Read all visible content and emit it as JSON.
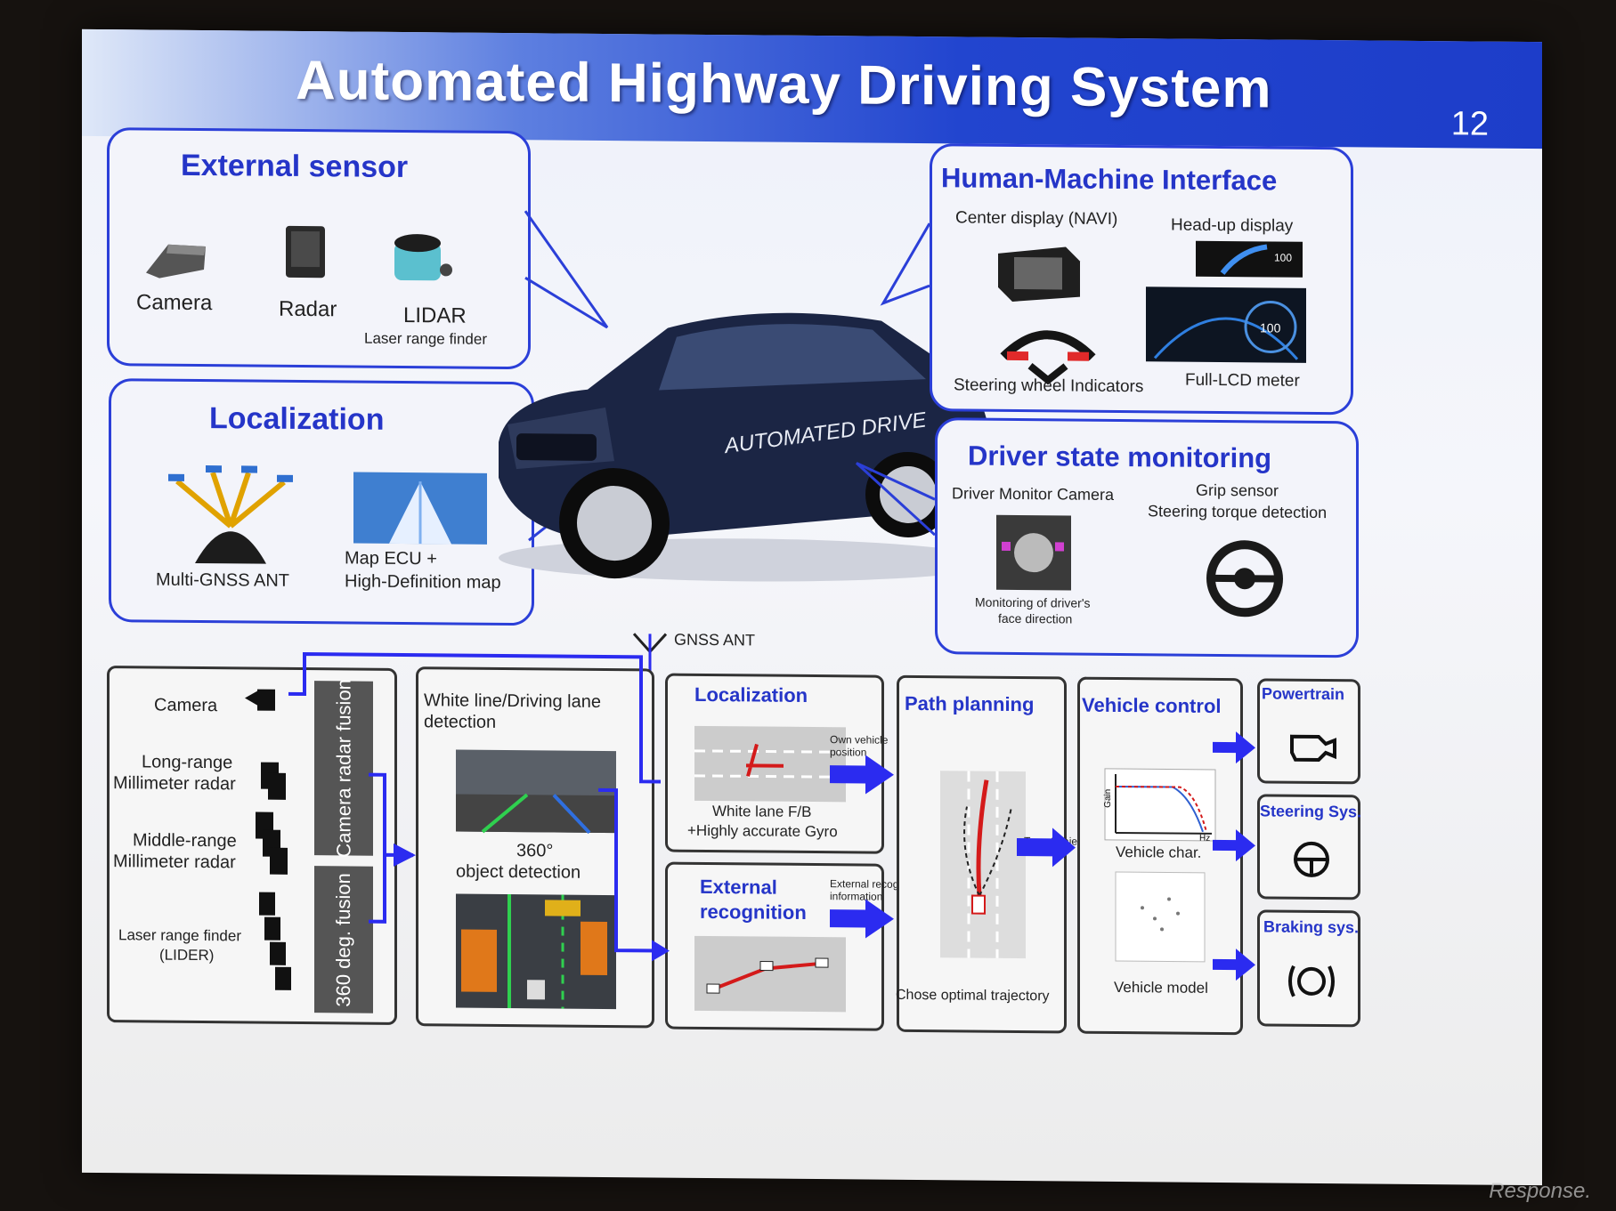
{
  "title": "Automated Highway Driving System",
  "page_number": "12",
  "external_sensor": {
    "title": "External sensor",
    "camera": "Camera",
    "radar": "Radar",
    "lidar": "LIDAR",
    "lidar_sub": "Laser  range finder"
  },
  "hmi": {
    "title": "Human-Machine Interface",
    "center_display": "Center display (NAVI)",
    "hud": "Head-up display",
    "steering_indicators": "Steering wheel Indicators",
    "lcd_meter": "Full-LCD meter",
    "hud_value": "100",
    "meter_value": "100"
  },
  "car": {
    "door_text": "AUTOMATED DRIVE"
  },
  "localization_panel": {
    "title": "Localization",
    "gnss": "Multi-GNSS ANT",
    "map_line1": "Map ECU +",
    "map_line2": "High-Definition map"
  },
  "driver_state": {
    "title": "Driver state monitoring",
    "camera": "Driver  Monitor Camera",
    "grip": "Grip sensor",
    "torque": "Steering torque detection",
    "monitor_line1": "Monitoring of driver's",
    "monitor_line2": "face direction"
  },
  "flow": {
    "gnss_ant": "GNSS ANT",
    "sensors": {
      "camera": "Camera",
      "long_range1": "Long-range",
      "long_range2": "Millimeter radar",
      "middle_range1": "Middle-range",
      "middle_range2": "Millimeter radar",
      "laser1": "Laser  range finder",
      "laser2": "(LIDER)",
      "fusion1": "Camera radar fusion",
      "fusion2": "360 deg. fusion"
    },
    "detection": {
      "title1": "White line/Driving lane",
      "title2": "detection",
      "obj1": "360°",
      "obj2": "object detection"
    },
    "localization": {
      "title": "Localization",
      "line1": "White lane F/B",
      "line2": "+Highly accurate Gyro",
      "own_pos1": "Own vehicle",
      "own_pos2": "position"
    },
    "external_recognition": {
      "title1": "External",
      "title2": "recognition",
      "info1": "External recognition",
      "info2": "information"
    },
    "path_planning": {
      "title": "Path planning",
      "target": "Target trajectory",
      "chose": "Chose  optimal trajectory"
    },
    "vehicle_control": {
      "title": "Vehicle control",
      "char": "Vehicle char.",
      "model": "Vehicle model",
      "gain": "Gain",
      "hz": "Hz"
    },
    "powertrain": "Powertrain",
    "steering": "Steering Sys.",
    "braking": "Braking sys."
  },
  "colors": {
    "accent": "#2535c8",
    "arrow": "#2b2bf0",
    "red": "#d41a1a"
  },
  "watermark": "Response."
}
